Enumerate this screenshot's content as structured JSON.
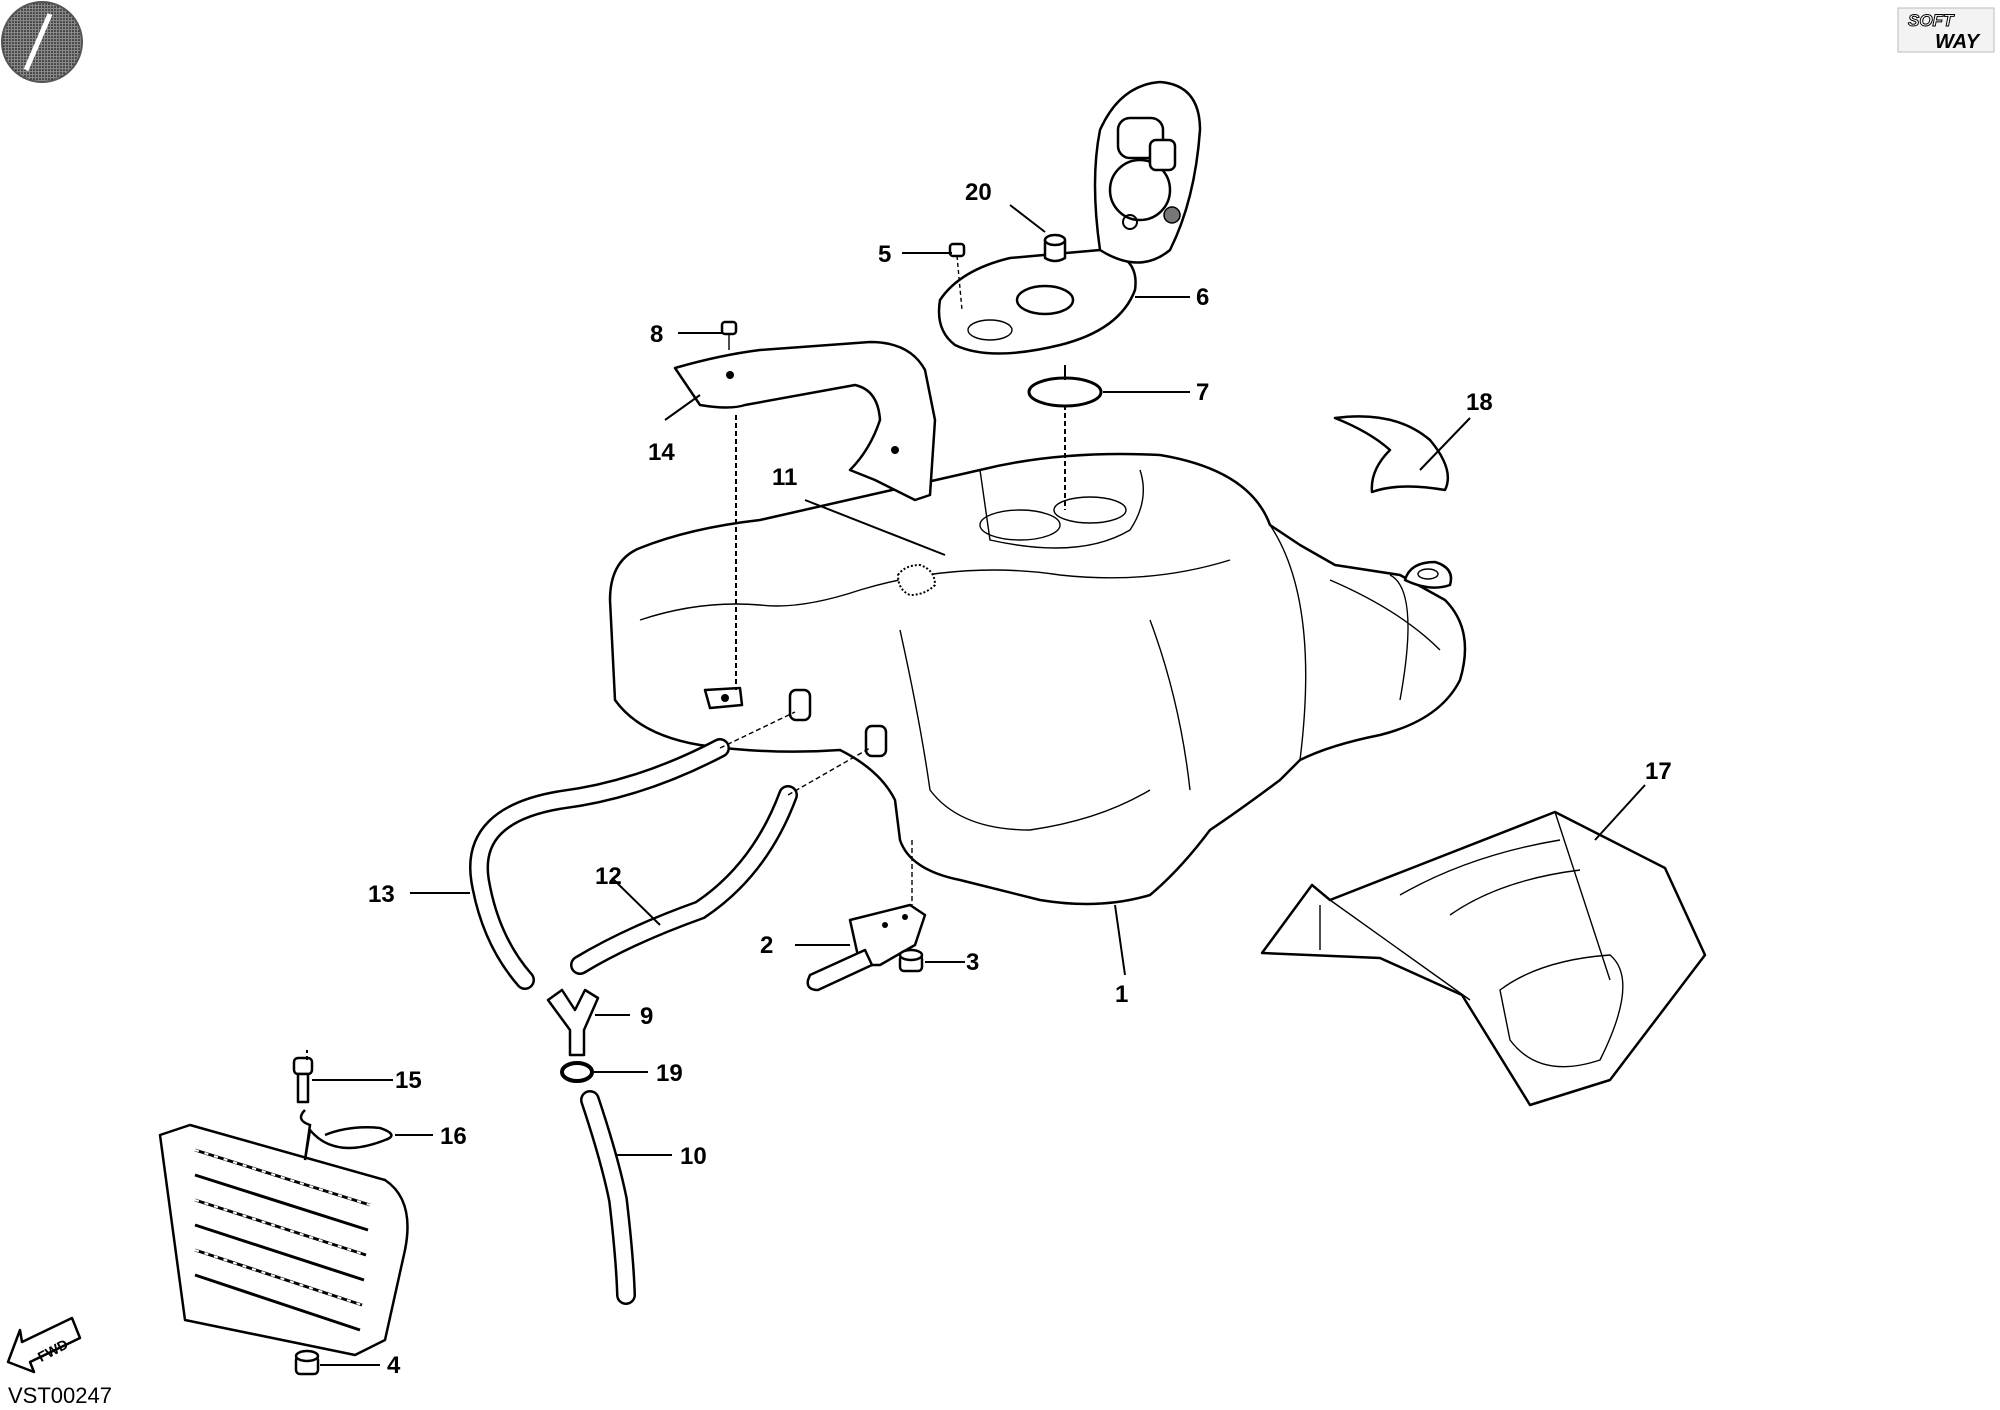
{
  "brand": {
    "line1": "SOFT",
    "line2": "WAY"
  },
  "drawing_code": "VST00247",
  "fwd_label": "FWD",
  "callouts": [
    "1",
    "2",
    "3",
    "4",
    "5",
    "6",
    "7",
    "8",
    "9",
    "10",
    "11",
    "12",
    "13",
    "14",
    "15",
    "16",
    "17",
    "18",
    "19",
    "20"
  ]
}
